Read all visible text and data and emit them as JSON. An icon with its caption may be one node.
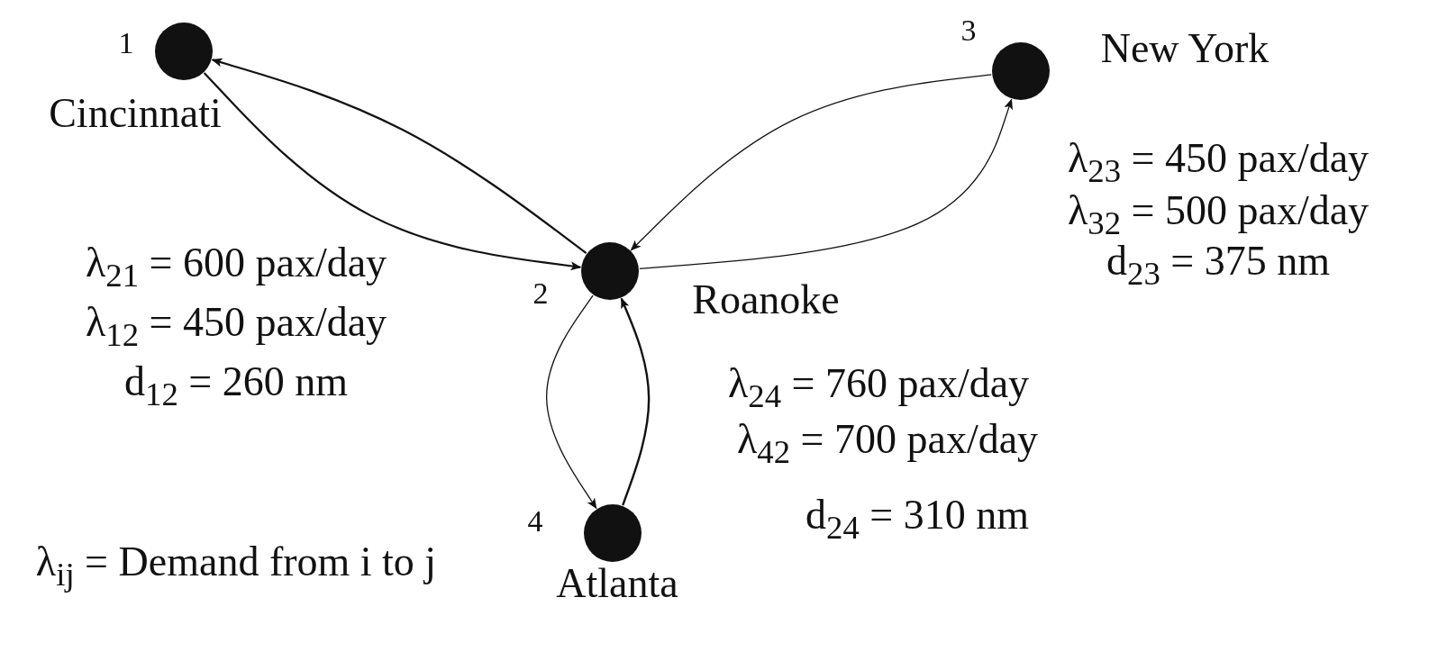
{
  "diagram": {
    "nodes": [
      {
        "text": [],
        "shape": "circle",
        "beside": [
          "1",
          "Cincinnati"
        ]
      },
      {
        "text": [],
        "shape": "circle",
        "beside": [
          "2",
          "Roanoke"
        ]
      },
      {
        "text": [],
        "shape": "circle",
        "beside": [
          "3",
          "New York"
        ]
      },
      {
        "text": [],
        "shape": "circle",
        "beside": [
          "4",
          "Atlanta"
        ]
      }
    ],
    "edges": [
      {
        "from": 1,
        "to": 0,
        "arrow": "to"
      },
      {
        "from": 0,
        "to": 1,
        "arrow": "to"
      },
      {
        "from": 2,
        "to": 1,
        "arrow": "to"
      },
      {
        "from": 1,
        "to": 2,
        "arrow": "to"
      },
      {
        "from": 1,
        "to": 3,
        "arrow": "to"
      },
      {
        "from": 3,
        "to": 1,
        "arrow": "to"
      }
    ],
    "labels": [
      "λ$_{23}$ = 450 pax/day",
      "λ$_{32}$ = 500 pax/day",
      "d$_{23}$ = 375 nm",
      "λ$_{21}$ = 600 pax/day",
      "λ$_{12}$ = 450 pax/day",
      "d$_{12}$ = 260 nm",
      "λ$_{24}$ = 760 pax/day",
      "λ$_{42}$ = 700 pax/day",
      "d$_{24}$ = 310 nm",
      "λ$_{ij}$ = Demand from i to j"
    ]
  }
}
